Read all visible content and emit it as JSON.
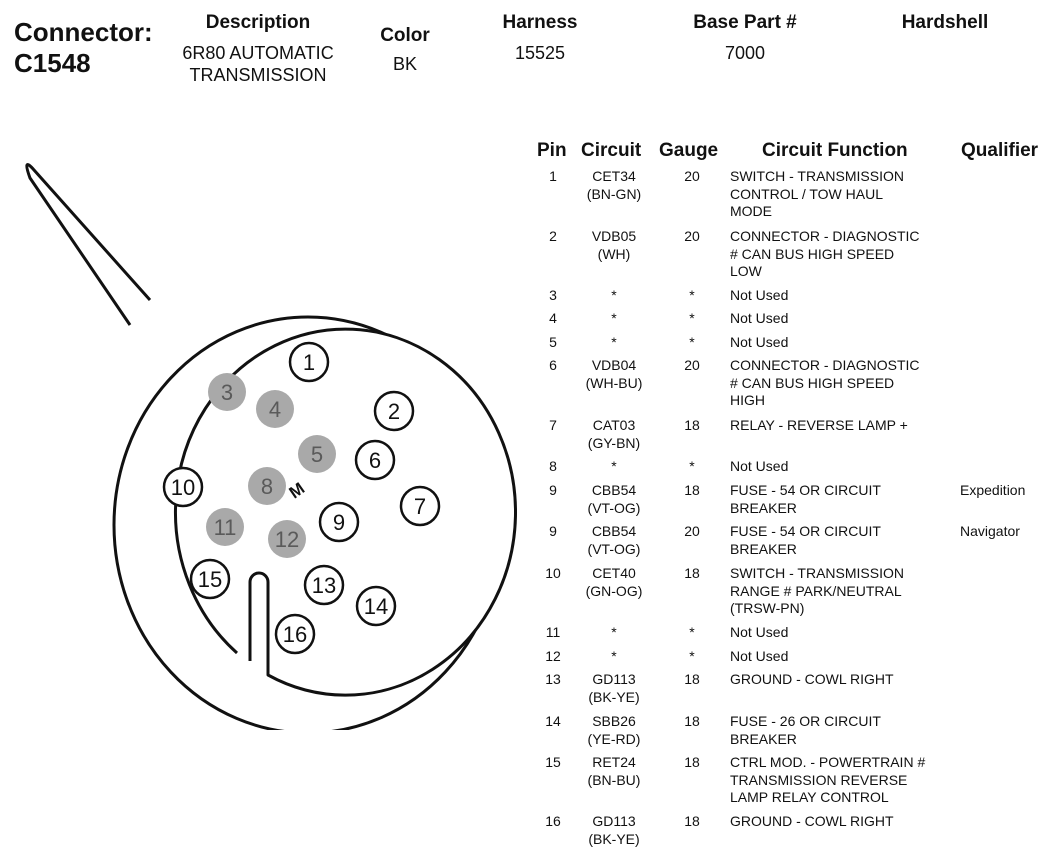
{
  "connector": {
    "label": "Connector:",
    "id": "C1548"
  },
  "description": {
    "label": "Description",
    "line1": "6R80 AUTOMATIC",
    "line2": "TRANSMISSION"
  },
  "color": {
    "label": "Color",
    "value": "BK"
  },
  "harness": {
    "label": "Harness",
    "value": "15525"
  },
  "base_part": {
    "label": "Base Part #",
    "value": "7000"
  },
  "hardshell": {
    "label": "Hardshell"
  },
  "table_headers": {
    "pin": "Pin",
    "circuit": "Circuit",
    "gauge": "Gauge",
    "function": "Circuit Function",
    "qualifier": "Qualifier"
  },
  "pins": [
    {
      "pin": "1",
      "circuit": [
        "CET34",
        "(BN-GN)"
      ],
      "gauge": "20",
      "function": [
        "SWITCH - TRANSMISSION",
        "CONTROL / TOW HAUL",
        "MODE"
      ],
      "qualifier": ""
    },
    {
      "pin": "2",
      "circuit": [
        "VDB05",
        "(WH)"
      ],
      "gauge": "20",
      "function": [
        "CONNECTOR - DIAGNOSTIC",
        "# CAN BUS HIGH SPEED",
        "LOW"
      ],
      "qualifier": ""
    },
    {
      "pin": "3",
      "circuit": [
        "*"
      ],
      "gauge": "*",
      "function": [
        "Not Used"
      ],
      "qualifier": ""
    },
    {
      "pin": "4",
      "circuit": [
        "*"
      ],
      "gauge": "*",
      "function": [
        "Not Used"
      ],
      "qualifier": ""
    },
    {
      "pin": "5",
      "circuit": [
        "*"
      ],
      "gauge": "*",
      "function": [
        "Not Used"
      ],
      "qualifier": ""
    },
    {
      "pin": "6",
      "circuit": [
        "VDB04",
        "(WH-BU)"
      ],
      "gauge": "20",
      "function": [
        "CONNECTOR - DIAGNOSTIC",
        "# CAN BUS HIGH SPEED",
        "HIGH"
      ],
      "qualifier": ""
    },
    {
      "pin": "7",
      "circuit": [
        "CAT03",
        "(GY-BN)"
      ],
      "gauge": "18",
      "function": [
        "RELAY - REVERSE LAMP +"
      ],
      "qualifier": ""
    },
    {
      "pin": "8",
      "circuit": [
        "*"
      ],
      "gauge": "*",
      "function": [
        "Not Used"
      ],
      "qualifier": ""
    },
    {
      "pin": "9",
      "circuit": [
        "CBB54",
        "(VT-OG)"
      ],
      "gauge": "18",
      "function": [
        "FUSE - 54 OR CIRCUIT",
        "BREAKER"
      ],
      "qualifier": "Expedition"
    },
    {
      "pin": "9",
      "circuit": [
        "CBB54",
        "(VT-OG)"
      ],
      "gauge": "20",
      "function": [
        "FUSE - 54 OR CIRCUIT",
        "BREAKER"
      ],
      "qualifier": "Navigator"
    },
    {
      "pin": "10",
      "circuit": [
        "CET40",
        "(GN-OG)"
      ],
      "gauge": "18",
      "function": [
        "SWITCH - TRANSMISSION",
        "RANGE # PARK/NEUTRAL",
        "(TRSW-PN)"
      ],
      "qualifier": ""
    },
    {
      "pin": "11",
      "circuit": [
        "*"
      ],
      "gauge": "*",
      "function": [
        "Not Used"
      ],
      "qualifier": ""
    },
    {
      "pin": "12",
      "circuit": [
        "*"
      ],
      "gauge": "*",
      "function": [
        "Not Used"
      ],
      "qualifier": ""
    },
    {
      "pin": "13",
      "circuit": [
        "GD113",
        "(BK-YE)"
      ],
      "gauge": "18",
      "function": [
        "GROUND - COWL RIGHT"
      ],
      "qualifier": ""
    },
    {
      "pin": "14",
      "circuit": [
        "SBB26",
        "(YE-RD)"
      ],
      "gauge": "18",
      "function": [
        "FUSE - 26 OR CIRCUIT",
        "BREAKER"
      ],
      "qualifier": ""
    },
    {
      "pin": "15",
      "circuit": [
        "RET24",
        "(BN-BU)"
      ],
      "gauge": "18",
      "function": [
        "CTRL MOD. - POWERTRAIN #",
        "TRANSMISSION REVERSE",
        "LAMP RELAY CONTROL"
      ],
      "qualifier": ""
    },
    {
      "pin": "16",
      "circuit": [
        "GD113",
        "(BK-YE)"
      ],
      "gauge": "18",
      "function": [
        "GROUND - COWL RIGHT"
      ],
      "qualifier": ""
    }
  ],
  "diagram": {
    "cavities": [
      {
        "label": "1",
        "used": true
      },
      {
        "label": "2",
        "used": true
      },
      {
        "label": "3",
        "used": false
      },
      {
        "label": "4",
        "used": false
      },
      {
        "label": "5",
        "used": false
      },
      {
        "label": "6",
        "used": true
      },
      {
        "label": "7",
        "used": true
      },
      {
        "label": "8",
        "used": false
      },
      {
        "label": "9",
        "used": true
      },
      {
        "label": "10",
        "used": true
      },
      {
        "label": "11",
        "used": false
      },
      {
        "label": "12",
        "used": false
      },
      {
        "label": "13",
        "used": true
      },
      {
        "label": "14",
        "used": true
      },
      {
        "label": "15",
        "used": true
      },
      {
        "label": "16",
        "used": true
      }
    ],
    "key_mark": "M",
    "colors": {
      "used_fill": "#ffffff",
      "unused_fill": "#a9a9a9",
      "stroke": "#111111"
    }
  }
}
